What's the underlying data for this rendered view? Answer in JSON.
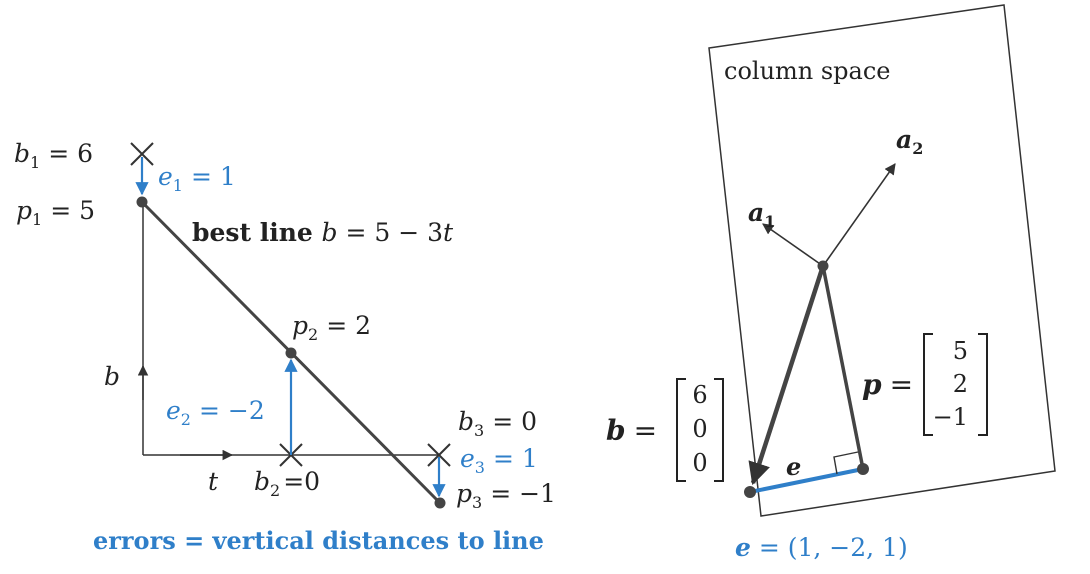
{
  "left_panel": {
    "b1": {
      "var": "b",
      "sub": "1",
      "rel": "= 6"
    },
    "p1": {
      "var": "p",
      "sub": "1",
      "rel": "= 5"
    },
    "e1": {
      "var": "e",
      "sub": "1",
      "rel": "= 1"
    },
    "best_line": {
      "prefix": "best line ",
      "var": "b",
      "rel": " = 5 − 3",
      "var2": "t"
    },
    "p2": {
      "var": "p",
      "sub": "2",
      "rel": "= 2"
    },
    "b_axis": "b",
    "e2": {
      "var": "e",
      "sub": "2",
      "rel": "= −2"
    },
    "b3": {
      "var": "b",
      "sub": "3",
      "rel": "= 0"
    },
    "e3": {
      "var": "e",
      "sub": "3",
      "rel": "= 1"
    },
    "p3": {
      "var": "p",
      "sub": "3",
      "rel": "= −1"
    },
    "t_axis": "t",
    "b2": {
      "var": "b",
      "sub": "2",
      "rel": "=0"
    },
    "caption": "errors = vertical distances to line"
  },
  "right_panel": {
    "region_label": "column space",
    "a1": {
      "var": "a",
      "sub": "1"
    },
    "a2": {
      "var": "a",
      "sub": "2"
    },
    "p_vec": {
      "var": "p",
      "eq": "=",
      "entries": [
        "5",
        "2",
        "−1"
      ]
    },
    "b_vec": {
      "var": "b",
      "eq": "=",
      "entries": [
        "6",
        "0",
        "0"
      ]
    },
    "e_label": "e",
    "e_caption": {
      "var": "e",
      "rel": " = (1, −2, 1)"
    }
  },
  "colors": {
    "error_blue": "#2f7fc9",
    "ink": "#222222",
    "line_gray": "#444444"
  }
}
